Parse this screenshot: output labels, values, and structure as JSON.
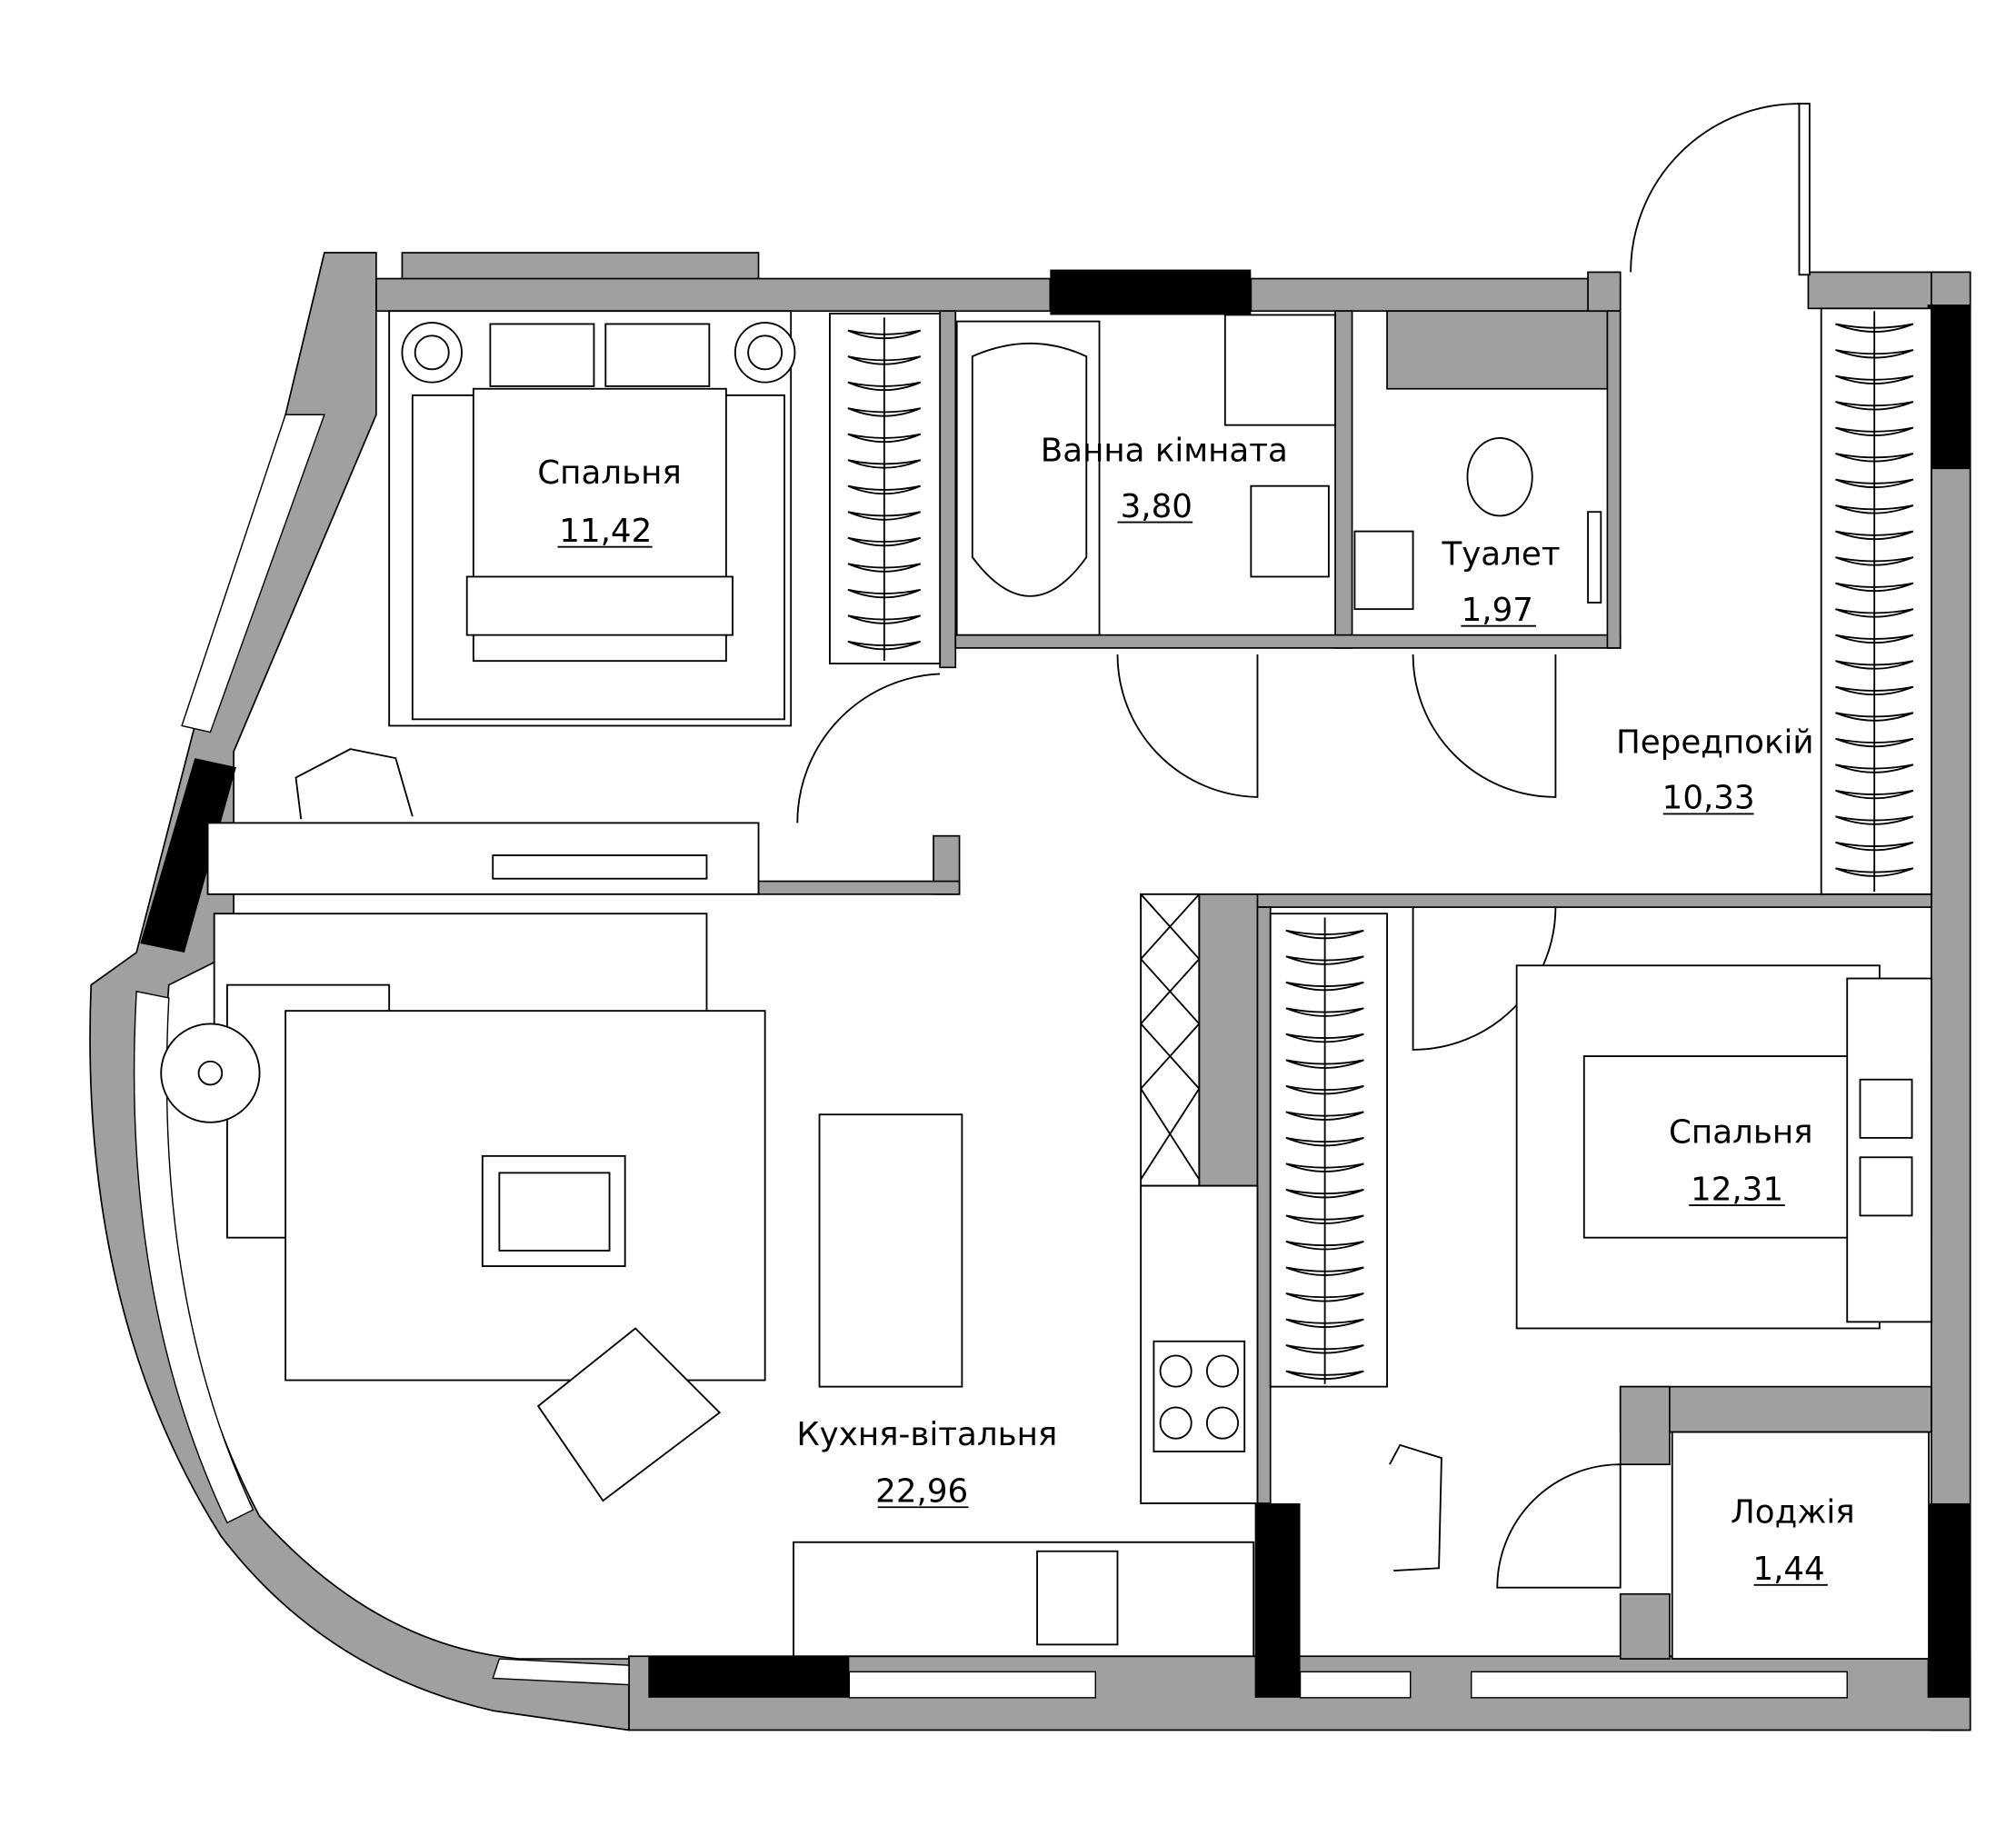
{
  "rooms": [
    {
      "name": "Спальня",
      "area": "11,42"
    },
    {
      "name": "Ванна кімната",
      "area": "3,80"
    },
    {
      "name": "Туалет",
      "area": "1,97"
    },
    {
      "name": "Передпокій",
      "area": "10,33"
    },
    {
      "name": "Спальня",
      "area": "12,31"
    },
    {
      "name": "Кухня-вітальня",
      "area": "22,96"
    },
    {
      "name": "Лоджія",
      "area": "1,44"
    }
  ],
  "colors": {
    "wall": "#a0a0a0",
    "column": "#000000",
    "line": "#000000"
  }
}
